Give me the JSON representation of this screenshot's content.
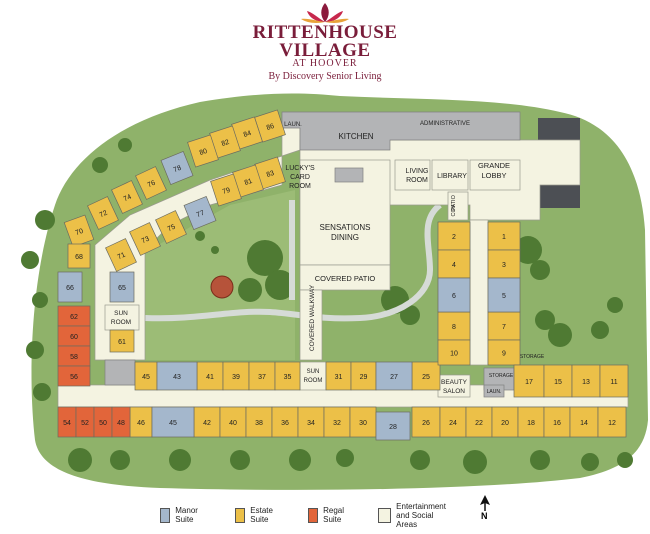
{
  "header": {
    "line1": "RITTENHOUSE",
    "line2": "VILLAGE",
    "line3": "AT HOOVER",
    "line4": "By Discovery Senior Living"
  },
  "areas": {
    "laun_top": "LAUN.",
    "kitchen": "KITCHEN",
    "administrative": "ADMINISTRATIVE",
    "luckys_1": "LUCKY'S",
    "luckys_2": "CARD",
    "luckys_3": "ROOM",
    "living_1": "LIVING",
    "living_2": "ROOM",
    "library": "LIBRARY",
    "grande_1": "GRANDE",
    "grande_2": "LOBBY",
    "cov_patio_1": "COV.",
    "cov_patio_2": "PATIO",
    "sensations_1": "SENSATIONS",
    "sensations_2": "DINING",
    "covered_patio": "COVERED PATIO",
    "covered_walkway": "COVERED WALKWAY",
    "sun_room_w_1": "SUN",
    "sun_room_w_2": "ROOM",
    "sun_room_c_1": "SUN",
    "sun_room_c_2": "ROOM",
    "beauty_1": "BEAUTY",
    "beauty_2": "SALON",
    "storage_1": "STORAGE",
    "storage_2": "STORAGE",
    "laun_e": "LAUN."
  },
  "legend": {
    "manor": "Manor Suite",
    "estate": "Estate Suite",
    "regal": "Regal Suite",
    "ent_1": "Entertainment",
    "ent_2": "and Social Areas",
    "colors": {
      "manor": "#a4b7cc",
      "estate": "#ecc048",
      "regal": "#e2653a",
      "ent": "#f4f3e1"
    }
  },
  "compass": "N",
  "units": {
    "estate": [
      "86",
      "84",
      "82",
      "80",
      "83",
      "81",
      "79",
      "76",
      "74",
      "72",
      "70",
      "68",
      "71",
      "73",
      "75",
      "61",
      "41",
      "39",
      "37",
      "35",
      "31",
      "29",
      "25",
      "45",
      "42",
      "40",
      "38",
      "36",
      "34",
      "32",
      "30",
      "26",
      "24",
      "22",
      "20",
      "18",
      "16",
      "14",
      "12",
      "46",
      "2",
      "4",
      "8",
      "10",
      "1",
      "3",
      "7",
      "9",
      "17",
      "15",
      "13",
      "11"
    ],
    "manor": [
      "78",
      "77",
      "66",
      "65",
      "43",
      "27",
      "45",
      "28",
      "6",
      "5"
    ],
    "regal": [
      "62",
      "60",
      "58",
      "56",
      "54",
      "52",
      "50",
      "48"
    ]
  }
}
